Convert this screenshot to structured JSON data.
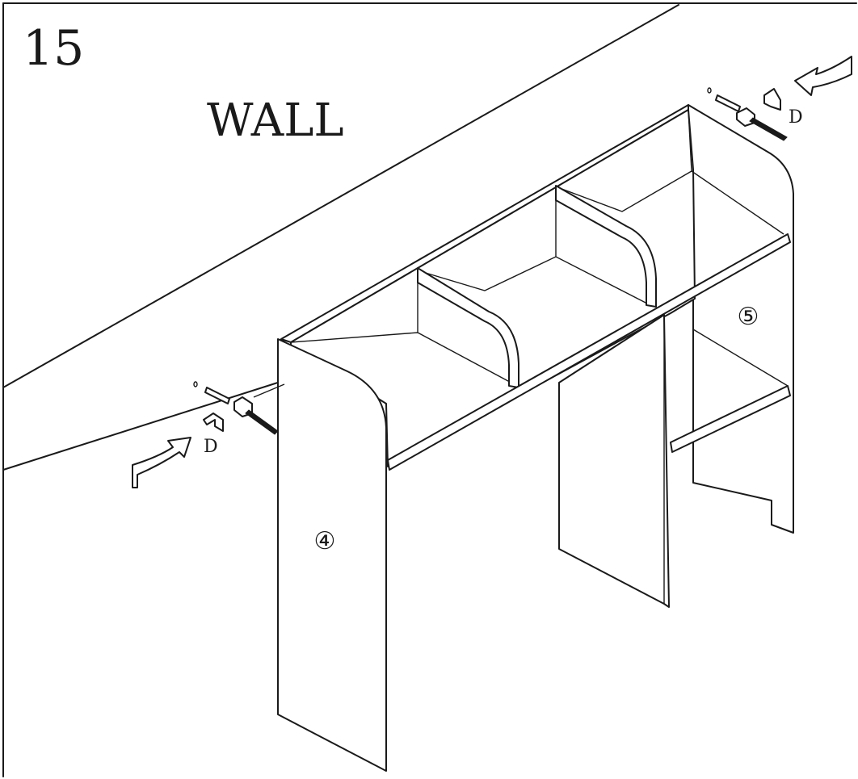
{
  "step_number": "15",
  "wall_label": "WALL",
  "parts": {
    "left_side": "④",
    "right_side": "⑤"
  },
  "hardware": {
    "left_label": "D",
    "right_label": "D"
  },
  "colors": {
    "ink": "#1a1a1a",
    "background": "#ffffff"
  }
}
